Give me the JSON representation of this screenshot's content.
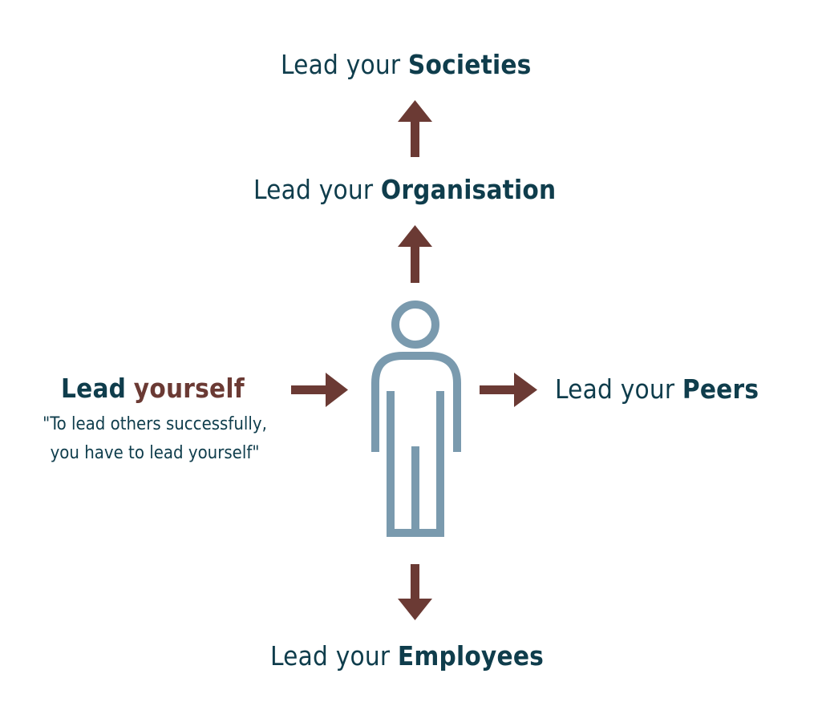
{
  "colors": {
    "text": "#0f3d4c",
    "accent": "#6b3a34",
    "figure": "#7a9aae",
    "background": "#ffffff"
  },
  "labels": {
    "societies": {
      "prefix": "Lead your",
      "emphasis": "Societies"
    },
    "organisation": {
      "prefix": "Lead your",
      "emphasis": "Organisation"
    },
    "peers": {
      "prefix": "Lead your",
      "emphasis": "Peers"
    },
    "employees": {
      "prefix": "Lead your",
      "emphasis": "Employees"
    },
    "yourself": {
      "prefix": "Lead",
      "emphasis": "yourself"
    }
  },
  "quote": {
    "line1": "\"To lead others successfully,",
    "line2": "you have to lead yourself\""
  },
  "icons": {
    "center": "person-outline-icon",
    "arrows": [
      "arrow-up-icon",
      "arrow-up-icon",
      "arrow-right-icon",
      "arrow-right-icon",
      "arrow-down-icon"
    ]
  }
}
